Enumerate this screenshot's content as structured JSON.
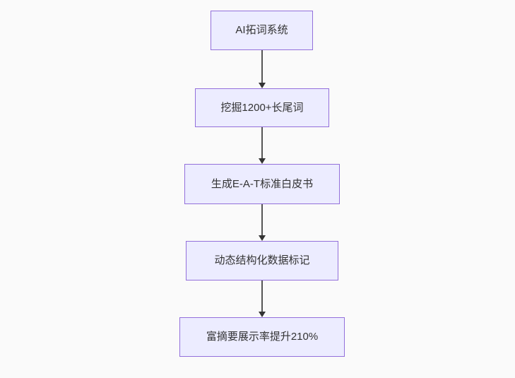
{
  "colors": {
    "background": "#fafafa",
    "node_fill": "#ECECFF",
    "node_border": "#9370DB",
    "node_text": "#333333",
    "arrow_line": "#555555",
    "arrow_head": "#333333"
  },
  "diagram": {
    "type": "flowchart",
    "direction": "top-down",
    "nodes": [
      {
        "id": "node-1",
        "label": "AI拓词系统"
      },
      {
        "id": "node-2",
        "label": "挖掘1200+长尾词"
      },
      {
        "id": "node-3",
        "label": "生成E-A-T标准白皮书"
      },
      {
        "id": "node-4",
        "label": "动态结构化数据标记"
      },
      {
        "id": "node-5",
        "label": "富摘要展示率提升210%"
      }
    ],
    "edges": [
      {
        "from": "node-1",
        "to": "node-2",
        "style": "arrow-down"
      },
      {
        "from": "node-2",
        "to": "node-3",
        "style": "arrow-down"
      },
      {
        "from": "node-3",
        "to": "node-4",
        "style": "arrow-down"
      },
      {
        "from": "node-4",
        "to": "node-5",
        "style": "arrow-down"
      }
    ]
  }
}
